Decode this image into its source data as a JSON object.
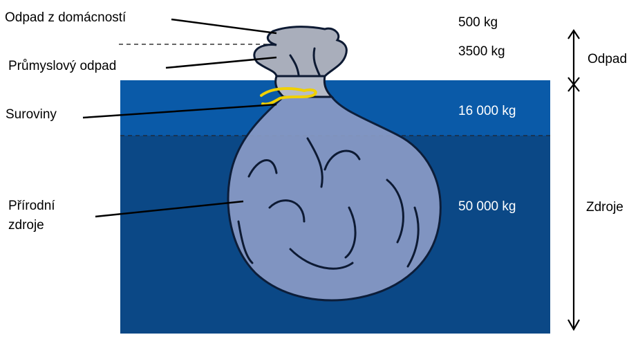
{
  "diagram": {
    "left_labels": {
      "household": "Odpad z domácností",
      "industrial": "Průmyslový odpad",
      "raw_materials": "Suroviny",
      "natural_resources_line1": "Přírodní",
      "natural_resources_line2": "zdroje"
    },
    "values": {
      "household": "500 kg",
      "industrial": "3500 kg",
      "raw_materials": "16 000 kg",
      "natural_resources": "50 000 kg"
    },
    "brackets": {
      "waste": "Odpad",
      "resources": "Zdroje"
    },
    "colors": {
      "upper_water": "#0a5aa8",
      "lower_water": "#0b4886",
      "bag_fill": "#8a9bc6",
      "bag_top": "#a9aebb",
      "tie": "#f0d000"
    }
  }
}
